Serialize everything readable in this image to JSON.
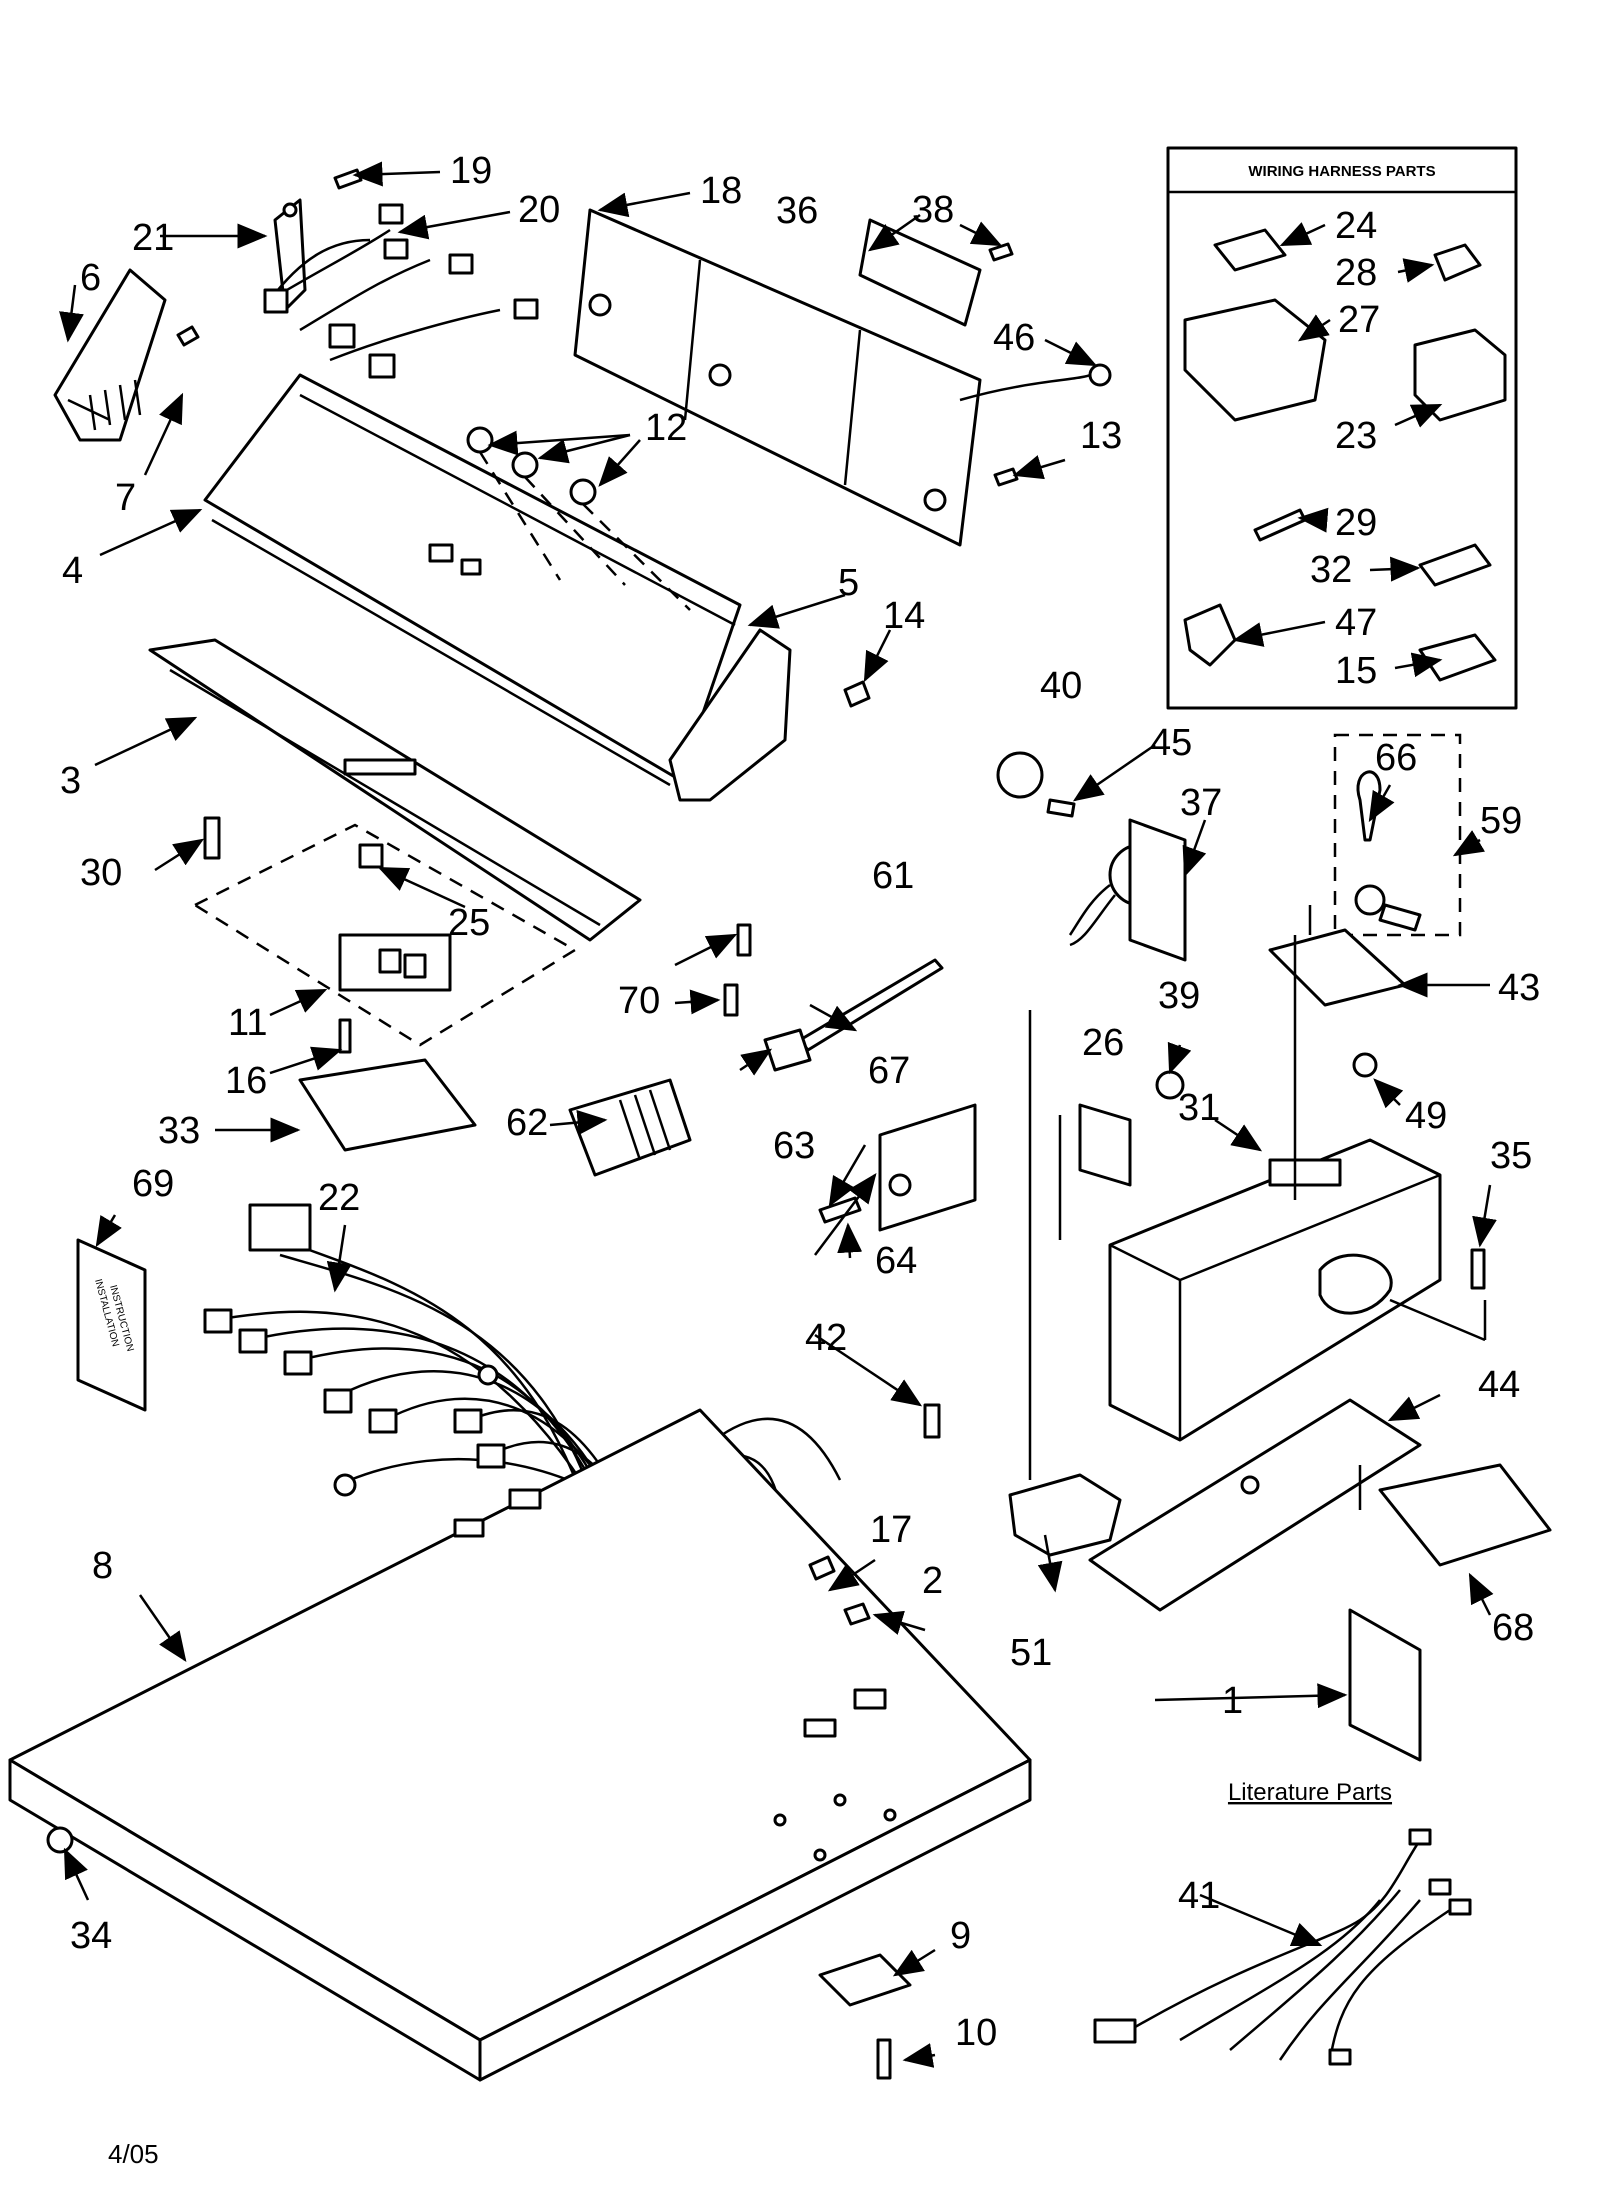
{
  "harness_box": {
    "title": "WIRING HARNESS PARTS"
  },
  "literature": {
    "label": "Literature Parts"
  },
  "booklet": {
    "line1": "INSTALLATION",
    "line2": "INSTRUCTION"
  },
  "date_code": "4/05",
  "callouts": {
    "c1": "1",
    "c2": "2",
    "c3": "3",
    "c4": "4",
    "c5": "5",
    "c6": "6",
    "c7": "7",
    "c8": "8",
    "c9": "9",
    "c10": "10",
    "c11": "11",
    "c12": "12",
    "c13": "13",
    "c14": "14",
    "c15": "15",
    "c16": "16",
    "c17": "17",
    "c18": "18",
    "c19": "19",
    "c20": "20",
    "c21": "21",
    "c22": "22",
    "c23": "23",
    "c24": "24",
    "c25": "25",
    "c26": "26",
    "c27": "27",
    "c28": "28",
    "c29": "29",
    "c30": "30",
    "c31": "31",
    "c32": "32",
    "c33": "33",
    "c34": "34",
    "c35": "35",
    "c36": "36",
    "c37": "37",
    "c38": "38",
    "c39": "39",
    "c40": "40",
    "c41": "41",
    "c42": "42",
    "c43": "43",
    "c44": "44",
    "c45": "45",
    "c46": "46",
    "c47": "47",
    "c49": "49",
    "c51": "51",
    "c59": "59",
    "c61": "61",
    "c62": "62",
    "c63": "63",
    "c64": "64",
    "c66": "66",
    "c67": "67",
    "c68": "68",
    "c69": "69",
    "c70": "70"
  }
}
